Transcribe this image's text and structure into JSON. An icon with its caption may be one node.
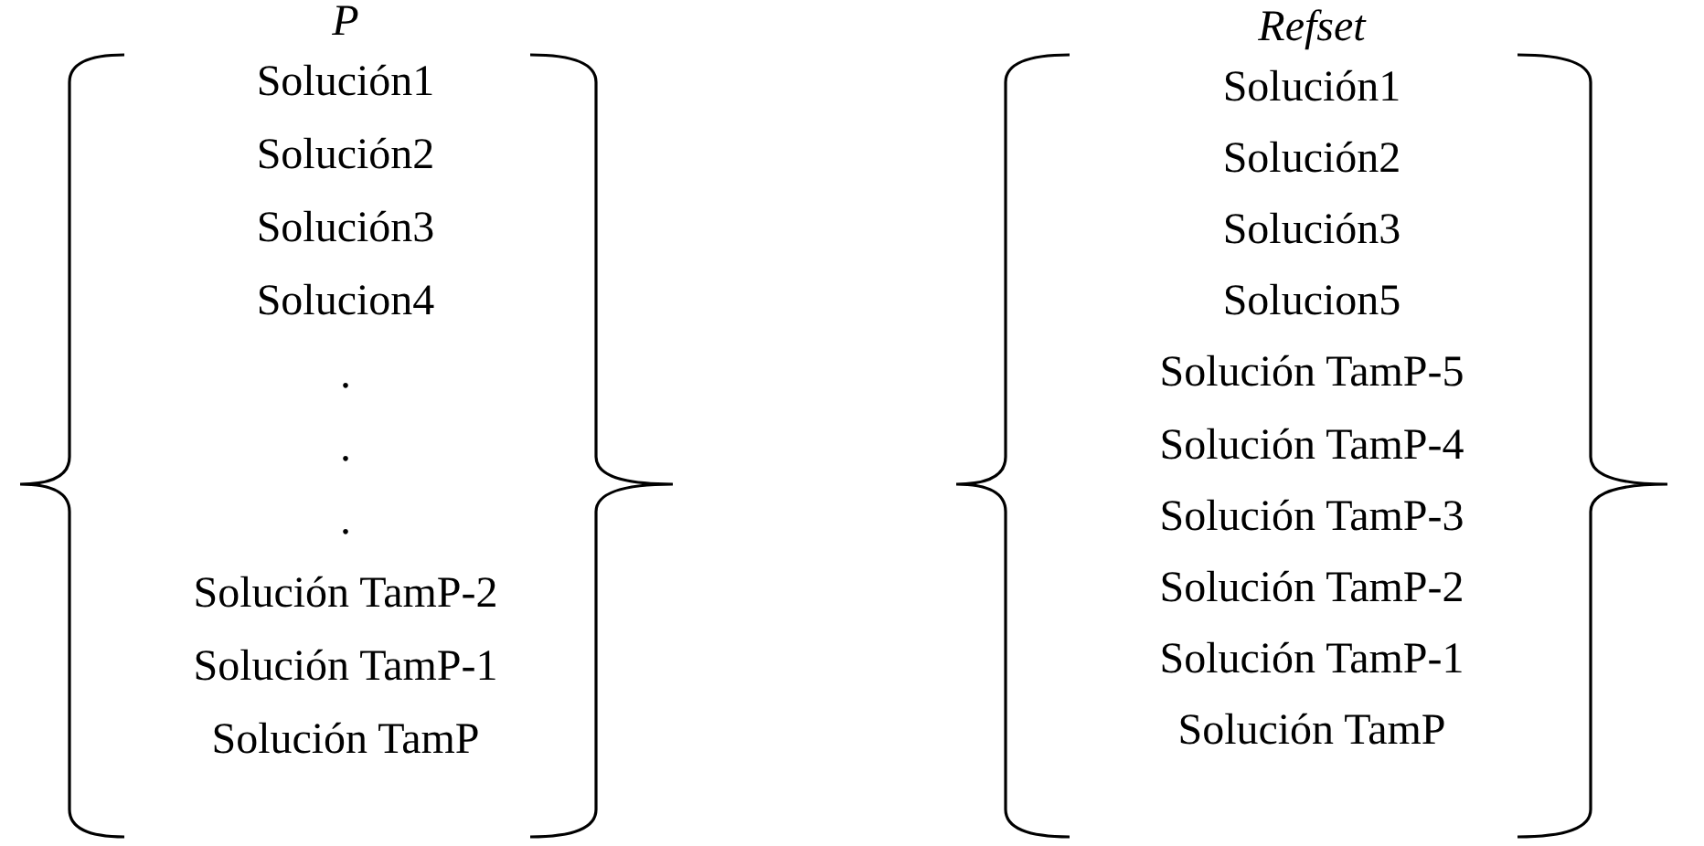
{
  "diagram": {
    "nodes": [
      {
        "text": [
          "P",
          "Solución1",
          "Solución2",
          "Solución3",
          "Solucion4",
          ".",
          ".",
          ".",
          "Solución TamP-2",
          "Solución TamP-1",
          "Solución TamP"
        ]
      },
      {
        "text": [
          "Refset",
          "Solución1",
          "Solución2",
          "Solución3",
          "Solucion5",
          "Solución TamP-5",
          "Solución TamP-4",
          "Solución TamP-3",
          "Solución TamP-2",
          "Solución TamP-1",
          "Solución TamP"
        ]
      }
    ]
  }
}
